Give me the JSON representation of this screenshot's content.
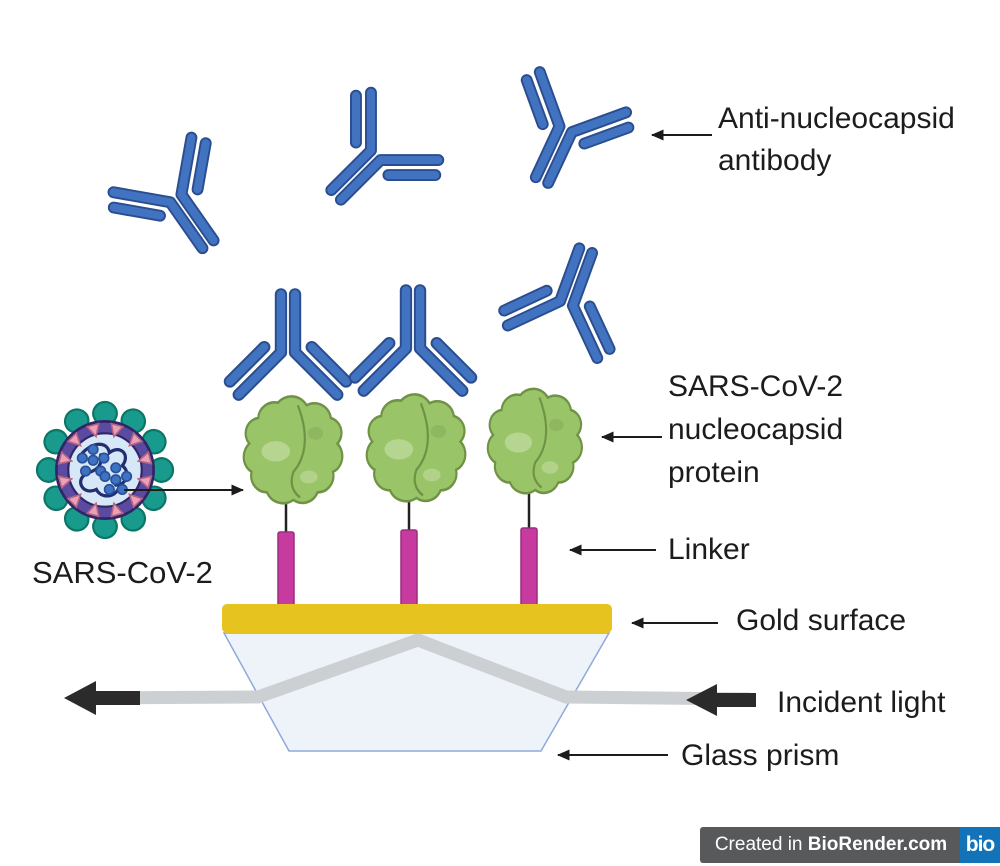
{
  "labels": {
    "antibody": {
      "line1": "Anti-nucleocapsid",
      "line2": "antibody"
    },
    "virus": "SARS-CoV-2",
    "protein": {
      "line1": "SARS-CoV-2",
      "line2": "nucleocapsid",
      "line3": "protein"
    },
    "linker": "Linker",
    "gold": "Gold surface",
    "incident": "Incident light",
    "prism": "Glass prism"
  },
  "badge": {
    "prefix": "Created in ",
    "brand": "BioRender.com",
    "logo": "bio"
  },
  "counts": {
    "floating_antibodies": 3,
    "bound_antibodies": 3,
    "nucleocapsid_proteins": 3,
    "linkers": 3
  },
  "colors": {
    "antibody_fill": "#4173c0",
    "antibody_outline": "#2a4d8f",
    "protein_fill": "#9ac468",
    "protein_outline": "#6f9246",
    "protein_highlight": "#b9d795",
    "linker": "#c73ba0",
    "linker_outline": "#9a2e7d",
    "gold_surface": "#e7c31f",
    "prism_fill": "#eef3fa",
    "prism_outline": "#8fa9da",
    "light_beam": "#cdd0d3",
    "arrow_black": "#2b2b2b",
    "virus_spikes": "#189a8d",
    "virus_spikes_outline": "#0d7468",
    "virus_membrane": "#5b4ba0",
    "virus_membrane_outline": "#2f2568",
    "virus_interior": "#d6e7f7",
    "virus_triangles": "#e9a0b8",
    "virus_rna": "#232d72",
    "virus_dots": "#3f72c4",
    "label_text": "#1c1c1c",
    "badge_bg": "#58595b",
    "badge_accent": "#1273b8"
  }
}
